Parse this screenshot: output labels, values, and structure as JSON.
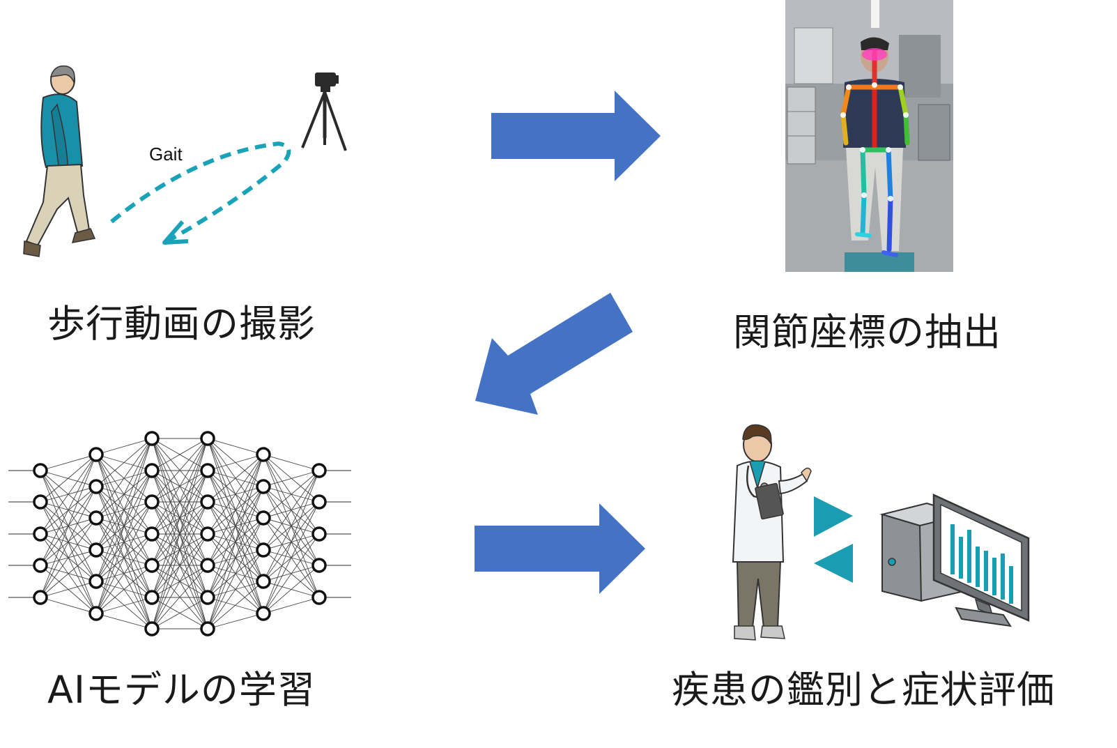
{
  "steps": [
    {
      "label": "歩行動画の撮影"
    },
    {
      "label": "関節座標の抽出"
    },
    {
      "label": "AIモデルの学習"
    },
    {
      "label": "疾患の鑑別と症状評価"
    }
  ],
  "gait_label": "Gait",
  "colors": {
    "flow_arrow": "#4472C4",
    "gait_path": "#1AA3B8",
    "teal": "#1A9DB0",
    "shirt": "#1A8FA8",
    "pants": "#D9D2B8"
  },
  "icons": {
    "walker": "walking-person-icon",
    "camera": "tripod-camera-icon",
    "skeleton": "pose-skeleton-photo",
    "network": "neural-network-icon",
    "doctor": "doctor-icon",
    "computer": "computer-chart-icon"
  }
}
